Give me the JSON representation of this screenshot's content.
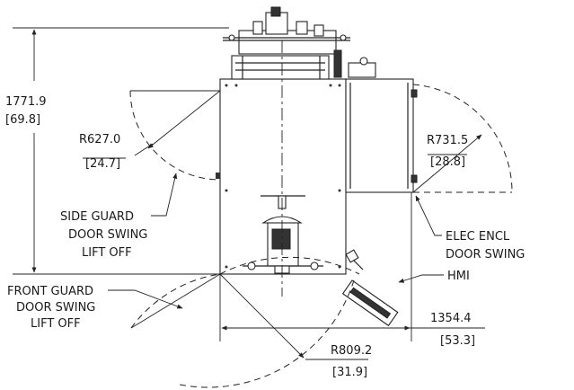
{
  "dimensions": {
    "height_mm": "1771.9",
    "height_in": "[69.8]",
    "side_radius_mm": "R627.0",
    "side_radius_in": "[24.7]",
    "elec_radius_mm": "R731.5",
    "elec_radius_in": "[28.8]",
    "width_mm": "1354.4",
    "width_in": "[53.3]",
    "front_radius_mm": "R809.2",
    "front_radius_in": "[31.9]"
  },
  "callouts": {
    "side_guard": [
      "SIDE GUARD",
      "DOOR SWING",
      "LIFT OFF"
    ],
    "front_guard": [
      "FRONT GUARD",
      "DOOR SWING",
      "LIFT OFF"
    ],
    "elec_encl": [
      "ELEC ENCL",
      "DOOR SWING"
    ],
    "hmi": "HMI"
  }
}
